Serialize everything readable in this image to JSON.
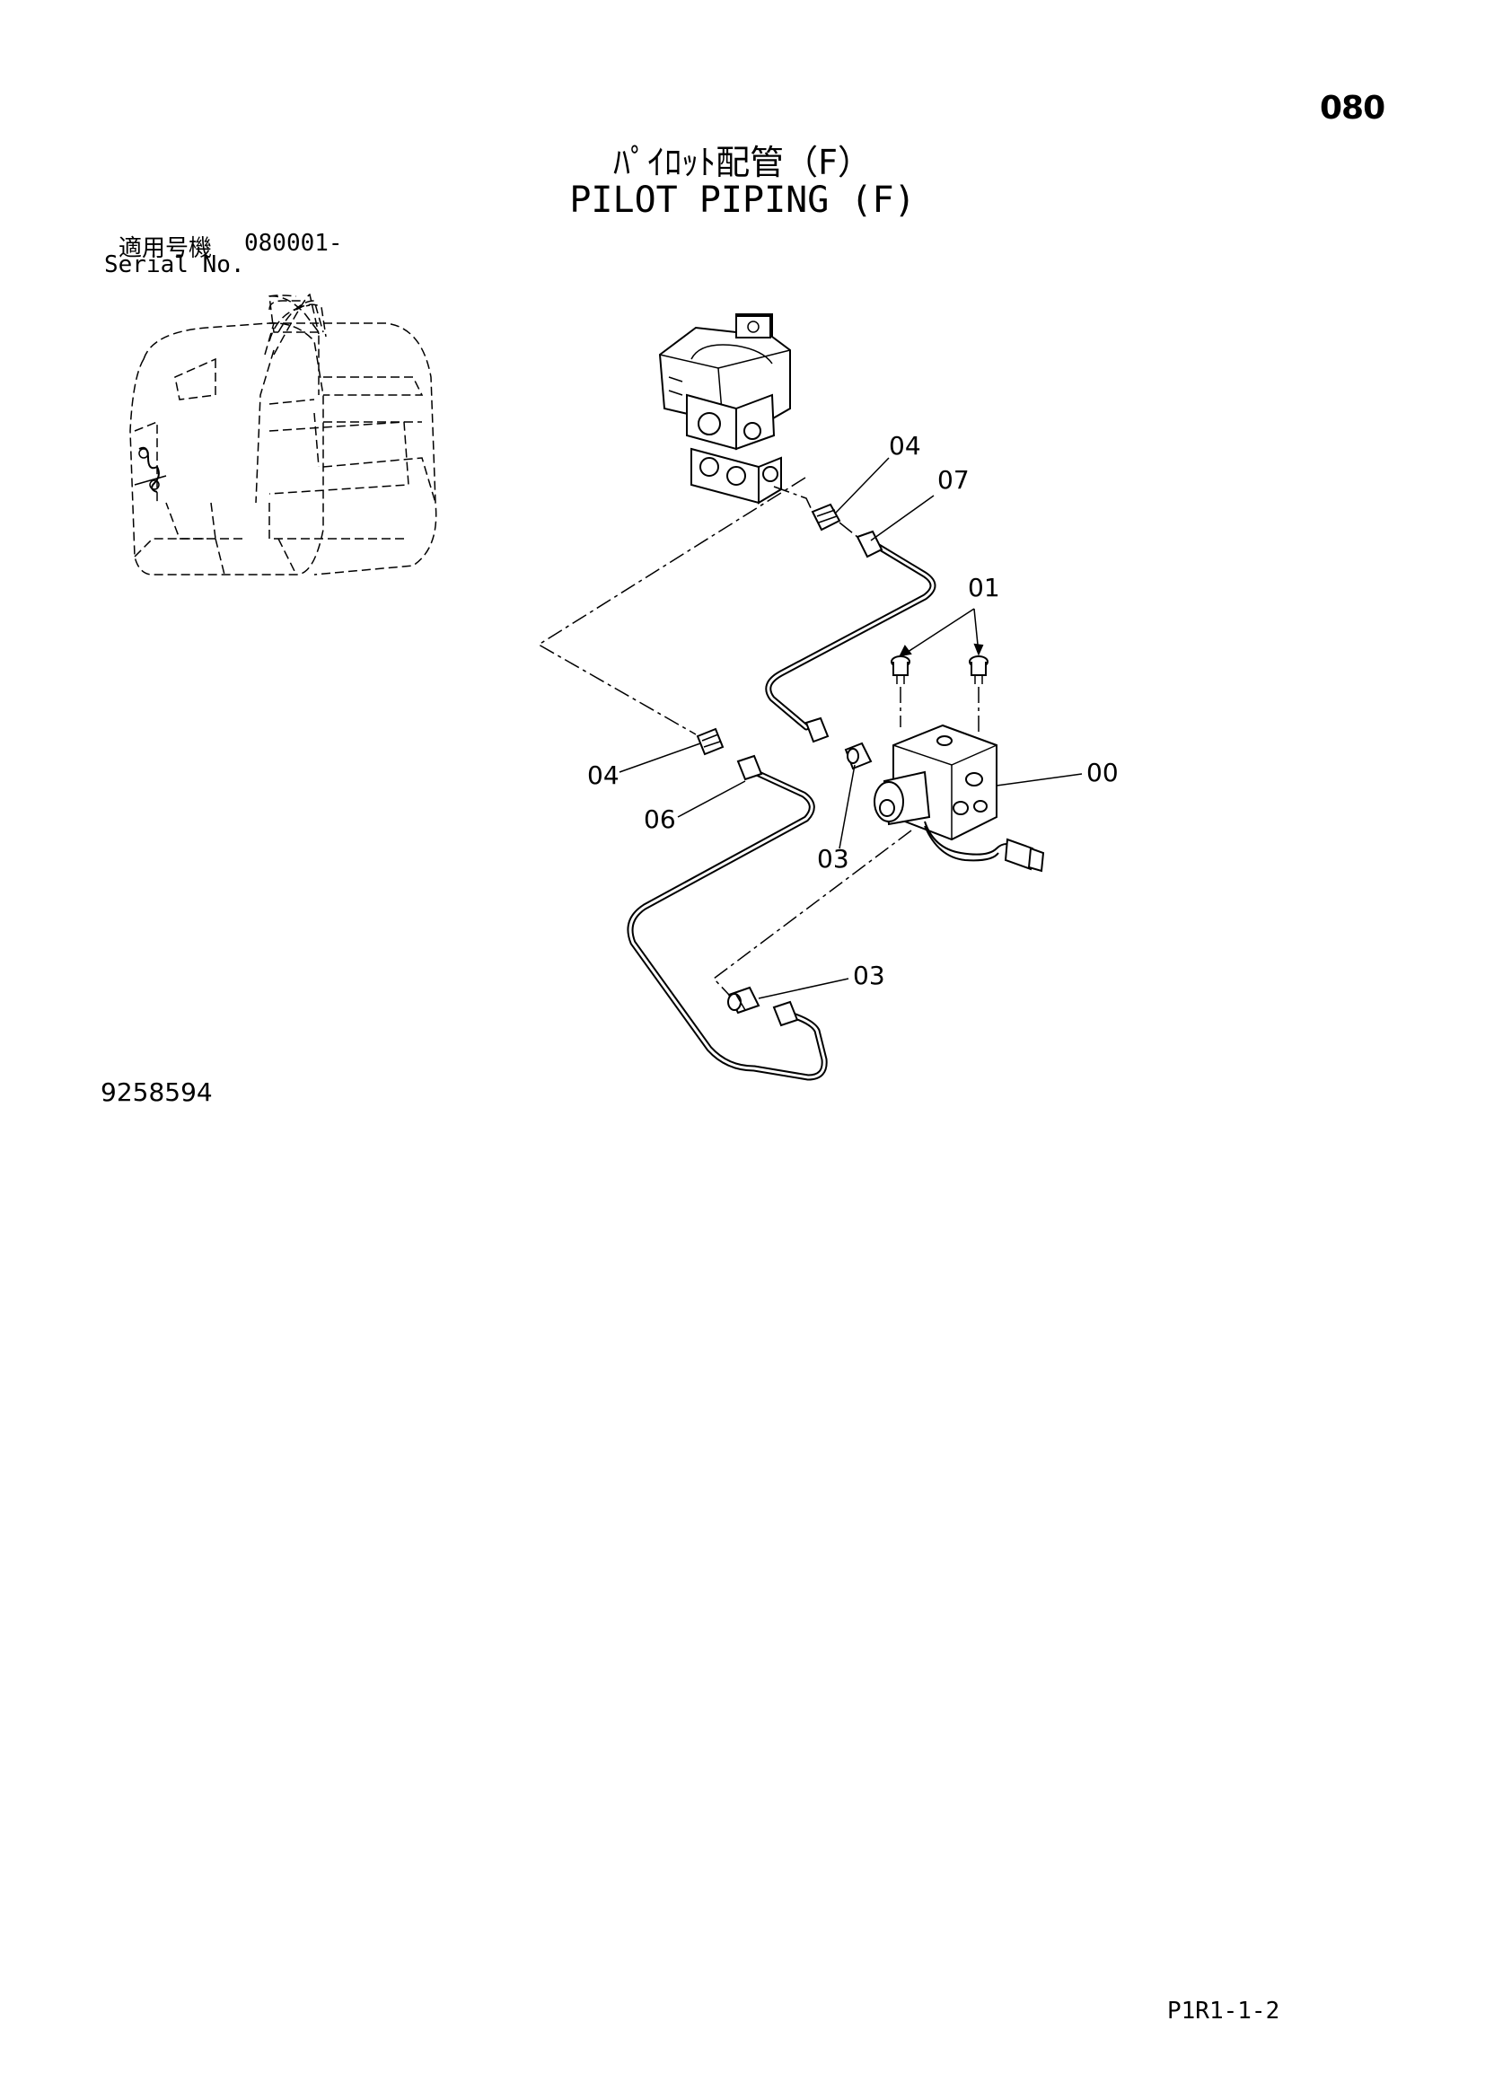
{
  "page_number": "080",
  "title_jp": "ﾊﾟｲﾛｯﾄ配管（F）",
  "title_en": "PILOT PIPING (F)",
  "serial_label_jp": "適用号機",
  "serial_value": "080001-",
  "serial_label_en": "Serial No.",
  "figure_number": "9258594",
  "footer_code": "P1R1-1-2",
  "callouts": [
    {
      "id": "c04a",
      "text": "04"
    },
    {
      "id": "c07",
      "text": "07"
    },
    {
      "id": "c01",
      "text": "01"
    },
    {
      "id": "c00",
      "text": "00"
    },
    {
      "id": "c04b",
      "text": "04"
    },
    {
      "id": "c06",
      "text": "06"
    },
    {
      "id": "c03a",
      "text": "03"
    },
    {
      "id": "c03b",
      "text": "03"
    }
  ]
}
